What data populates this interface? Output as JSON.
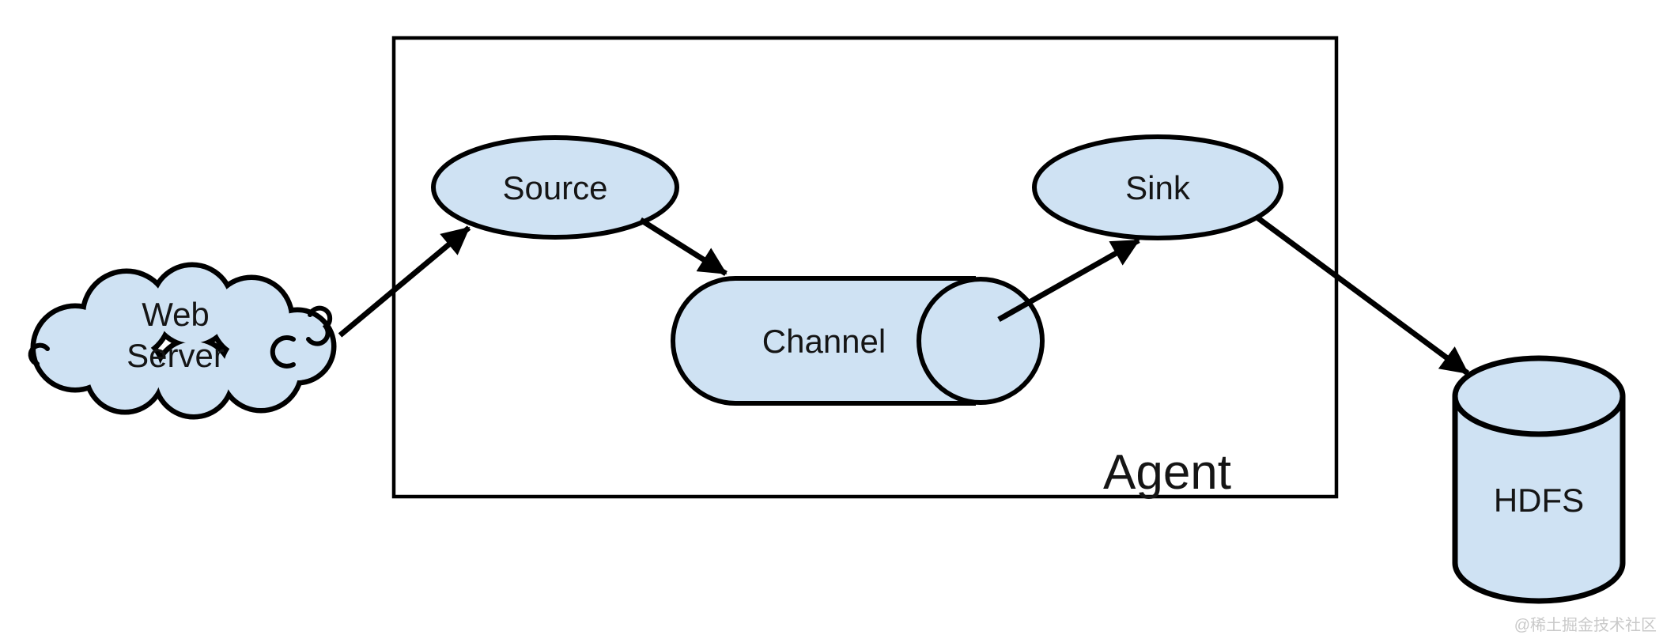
{
  "diagram": {
    "nodes": {
      "web_server": {
        "line1": "Web",
        "line2": "Server",
        "shape": "cloud"
      },
      "source": {
        "label": "Source",
        "shape": "ellipse"
      },
      "channel": {
        "label": "Channel",
        "shape": "horizontal-cylinder"
      },
      "sink": {
        "label": "Sink",
        "shape": "ellipse"
      },
      "agent": {
        "label": "Agent",
        "shape": "rectangle-container"
      },
      "hdfs": {
        "label": "HDFS",
        "shape": "vertical-cylinder"
      }
    },
    "edges": [
      {
        "from": "web_server",
        "to": "source"
      },
      {
        "from": "source",
        "to": "channel"
      },
      {
        "from": "channel",
        "to": "sink"
      },
      {
        "from": "sink",
        "to": "hdfs"
      }
    ],
    "colors": {
      "shape_fill": "#cfe2f3",
      "outline": "#000000",
      "label": "#151515",
      "background": "#ffffff",
      "watermark": "#c9c9c9"
    },
    "watermark": "@稀土掘金技术社区"
  }
}
